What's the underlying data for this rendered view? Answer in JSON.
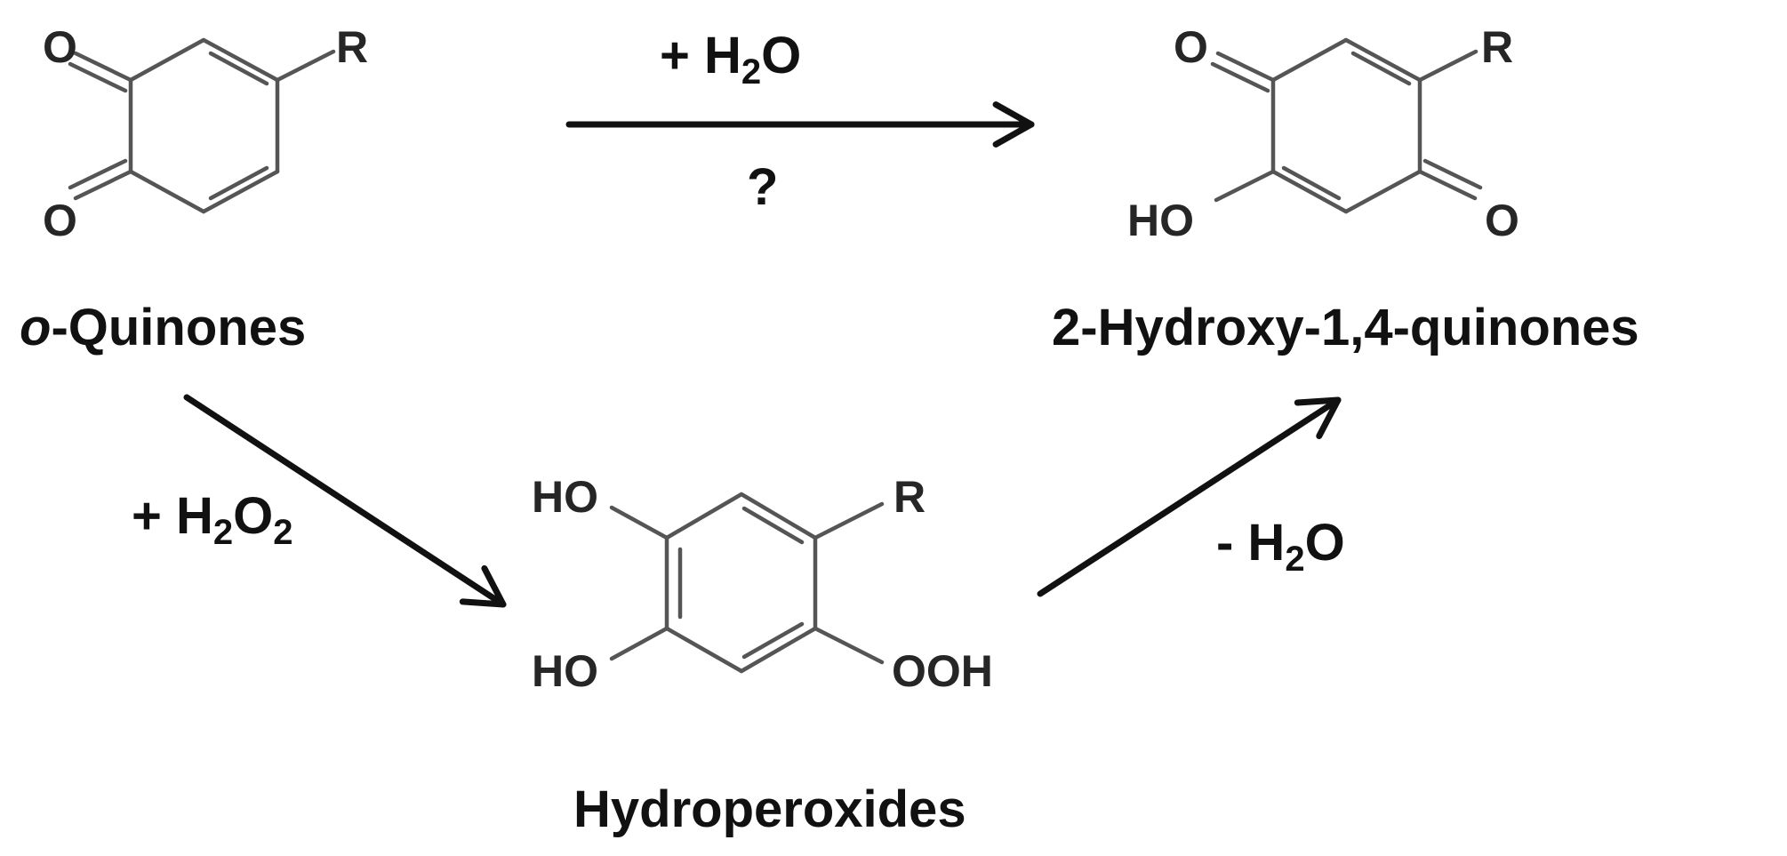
{
  "compounds": {
    "o_quinone": {
      "name_prefix": "o",
      "name_rest": "-Quinones",
      "atoms": {
        "o_top": "O",
        "o_bottom": "O",
        "r": "R"
      }
    },
    "hydroxy_quinone": {
      "name": "2-Hydroxy-1,4-quinones",
      "atoms": {
        "o_top": "O",
        "r": "R",
        "ho": "HO",
        "o_bottom": "O"
      }
    },
    "hydroperoxide": {
      "name": "Hydroperoxides",
      "atoms": {
        "ho_top": "HO",
        "r": "R",
        "ho_bottom": "HO",
        "ooh": "OOH"
      }
    }
  },
  "reactions": {
    "top": {
      "reagent_pre": "+ H",
      "reagent_sub": "2",
      "reagent_post": "O",
      "below": "?"
    },
    "lower_left": {
      "reagent_pre": "+ H",
      "reagent_sub1": "2",
      "reagent_mid": "O",
      "reagent_sub2": "2"
    },
    "lower_right": {
      "reagent_pre": "- H",
      "reagent_sub": "2",
      "reagent_post": "O"
    }
  }
}
